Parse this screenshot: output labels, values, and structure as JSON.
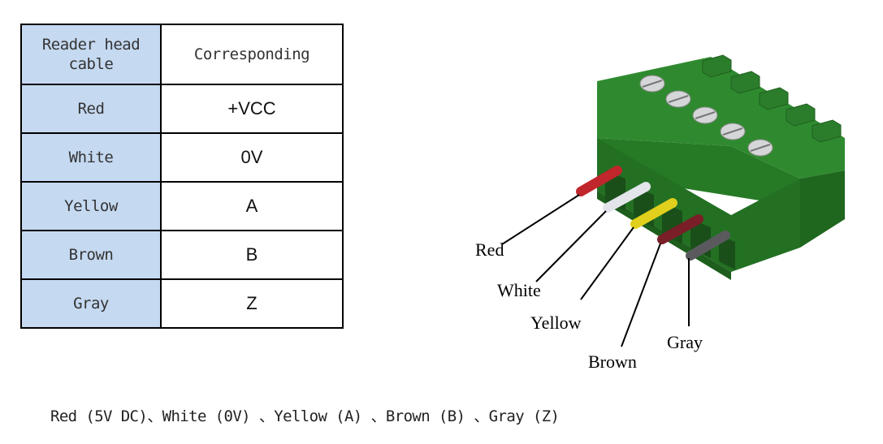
{
  "table": {
    "header": {
      "left": "Reader head cable",
      "right": "Corresponding"
    },
    "rows": [
      {
        "cable": "Red",
        "signal": "+VCC"
      },
      {
        "cable": "White",
        "signal": "0V"
      },
      {
        "cable": "Yellow",
        "signal": "A"
      },
      {
        "cable": "Brown",
        "signal": "B"
      },
      {
        "cable": "Gray",
        "signal": "Z"
      }
    ],
    "header_bg": "#c5d9f1"
  },
  "diagram": {
    "connector_color": "#2e8b2e",
    "screw_count": 5,
    "wires": [
      {
        "label": "Red",
        "color": "#c0262b"
      },
      {
        "label": "White",
        "color": "#e3e5ea"
      },
      {
        "label": "Yellow",
        "color": "#e0cf1c"
      },
      {
        "label": "Brown",
        "color": "#7a1e27"
      },
      {
        "label": "Gray",
        "color": "#5a5a5e"
      }
    ]
  },
  "caption": "Red (5V DC)、White (0V) 、Yellow (A) 、Brown (B) 、Gray (Z)"
}
